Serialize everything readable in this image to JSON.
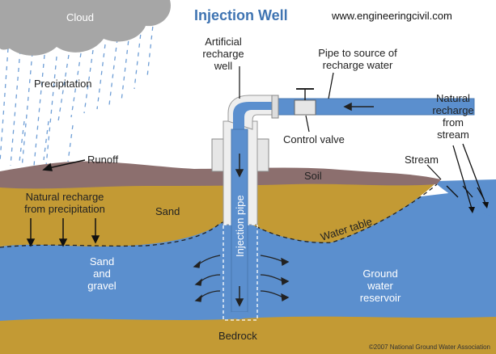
{
  "title": "Injection Well",
  "source_url": "www.engineeringcivil.com",
  "copyright": "©2007 National Ground Water Association",
  "labels": {
    "cloud": "Cloud",
    "precipitation": "Precipitation",
    "runoff": "Runoff",
    "artificial_recharge_well": [
      "Artificial",
      "recharge",
      "well"
    ],
    "pipe_to_source": [
      "Pipe to source of",
      "recharge water"
    ],
    "control_valve": "Control valve",
    "natural_recharge_stream": [
      "Natural",
      "recharge",
      "from",
      "stream"
    ],
    "stream": "Stream",
    "soil": "Soil",
    "natural_recharge_precip": [
      "Natural recharge",
      "from precipitation"
    ],
    "sand": "Sand",
    "water_table": "Water table",
    "injection_pipe": "Injection pipe",
    "sand_gravel": [
      "Sand",
      "and",
      "gravel"
    ],
    "ground_water_reservoir": [
      "Ground",
      "water",
      "reservoir"
    ],
    "bedrock": "Bedrock"
  },
  "colors": {
    "sky": "#ffffff",
    "cloud": "#a6a6a6",
    "rain": "#6e9ed6",
    "soil": "#8c6f6e",
    "sand": "#c39a34",
    "water": "#5b8fce",
    "bedrock": "#c39a34",
    "pipe_fill": "#5b8fce",
    "pipe_wall": "#d9d9d9",
    "title": "#3f74b2"
  }
}
